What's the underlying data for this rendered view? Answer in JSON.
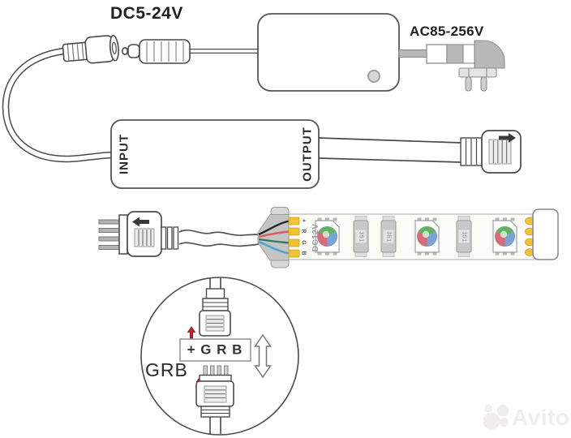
{
  "labels": {
    "dc_voltage": "DC5-24V",
    "ac_voltage": "AC85-256V",
    "input": "INPUT",
    "output": "OUTPUT"
  },
  "strip": {
    "voltage": "DC12V",
    "pads": [
      "+",
      "R",
      "G",
      "B"
    ],
    "resistor_value": "351"
  },
  "detail": {
    "pinout_box": "+ G R B",
    "order_label": "GRB"
  },
  "watermark": {
    "brand": "Avito"
  },
  "colors": {
    "line": "#4a4a4a",
    "pad_yellow": "#f1c232",
    "wire_plus": "#262626",
    "wire_red": "#d95f5f",
    "wire_green": "#2f7d5d",
    "wire_blue": "#4aa3d8",
    "align_mark_red": "#c1272d",
    "led_green": "#55b054",
    "led_blue": "#6f9fd8",
    "led_red": "#d9606a",
    "ac_plug_gray": "#b8b8b8"
  }
}
